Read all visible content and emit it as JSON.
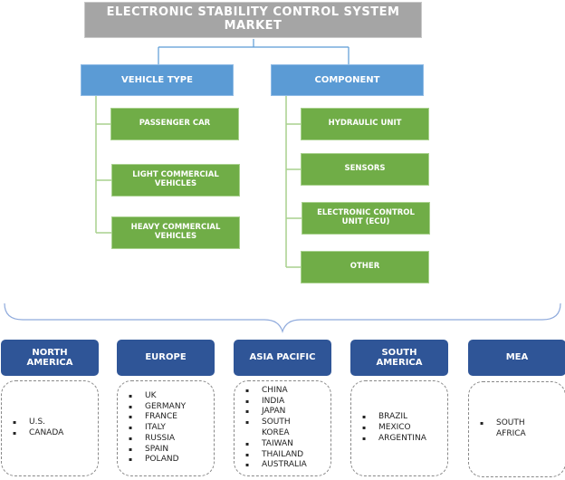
{
  "title": "ELECTRONIC STABILITY CONTROL SYSTEM MARKET",
  "categories": [
    {
      "label": "VEHICLE TYPE",
      "items": [
        "PASSENGER CAR",
        "LIGHT COMMERCIAL VEHICLES",
        "HEAVY COMMERCIAL VEHICLES"
      ]
    },
    {
      "label": "COMPONENT",
      "items": [
        "HYDRAULIC UNIT",
        "SENSORS",
        "ELECTRONIC CONTROL UNIT (ECU)",
        "OTHER"
      ]
    }
  ],
  "regions": [
    {
      "label": "NORTH AMERICA",
      "countries": [
        "U.S.",
        "CANADA"
      ]
    },
    {
      "label": "EUROPE",
      "countries": [
        "UK",
        "GERMANY",
        "FRANCE",
        "ITALY",
        "RUSSIA",
        "SPAIN",
        "POLAND"
      ]
    },
    {
      "label": "ASIA PACIFIC",
      "countries": [
        "CHINA",
        "INDIA",
        "JAPAN",
        "SOUTH KOREA",
        "TAIWAN",
        "THAILAND",
        "AUSTRALIA"
      ]
    },
    {
      "label": "SOUTH AMERICA",
      "countries": [
        "BRAZIL",
        "MEXICO",
        "ARGENTINA"
      ]
    },
    {
      "label": "MEA",
      "countries": [
        "SOUTH AFRICA"
      ]
    }
  ],
  "colors": {
    "title": "#a5a5a5",
    "category": "#5b9bd5",
    "leaf": "#70ad47",
    "region": "#2f5597"
  }
}
